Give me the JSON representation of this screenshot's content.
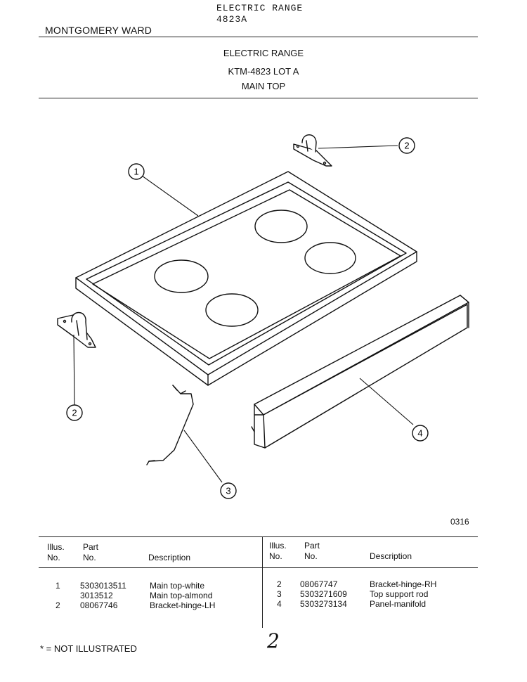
{
  "header": {
    "line1": "ELECTRIC RANGE",
    "line2": "4823A",
    "brand": "MONTGOMERY WARD"
  },
  "titles": {
    "product": "ELECTRIC RANGE",
    "model": "KTM-4823 LOT A",
    "section": "MAIN TOP"
  },
  "diagram": {
    "callouts": [
      "1",
      "2",
      "2",
      "3",
      "4"
    ]
  },
  "figure_code": "0316",
  "parts_table": {
    "headers": {
      "illus": "Illus.\nNo.",
      "part": "Part\nNo.",
      "description": "Description"
    },
    "left": [
      {
        "illus": "1",
        "part": "5303013511",
        "description": "Main top-white"
      },
      {
        "illus": "",
        "part": "3013512",
        "description": "Main top-almond"
      },
      {
        "illus": "2",
        "part": "08067746",
        "description": "Bracket-hinge-LH"
      }
    ],
    "right": [
      {
        "illus": "2",
        "part": "08067747",
        "description": "Bracket-hinge-RH"
      },
      {
        "illus": "3",
        "part": "5303271609",
        "description": "Top support rod"
      },
      {
        "illus": "4",
        "part": "5303273134",
        "description": "Panel-manifold"
      }
    ]
  },
  "footnote": "* = NOT ILLUSTRATED",
  "page_number": "2"
}
